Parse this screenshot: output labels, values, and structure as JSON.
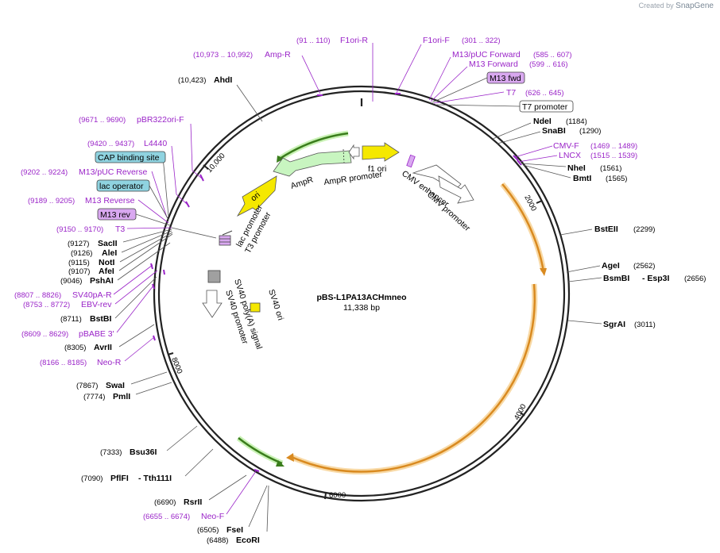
{
  "watermark": {
    "prefix": "Created by",
    "brand": "SnapGene"
  },
  "plasmid": {
    "name": "pBS-L1PA13ACHmneo",
    "length": "11,338 bp"
  },
  "ticks": [
    "2000",
    "4000",
    "6000",
    "8000",
    "10,000"
  ],
  "sites_black": [
    {
      "pos": "(10,423)",
      "name": "AhdI"
    },
    {
      "pos": "(1184)",
      "name": "NdeI"
    },
    {
      "pos": "(1290)",
      "name": "SnaBI"
    },
    {
      "pos": "(1561)",
      "name": "NheI"
    },
    {
      "pos": "(1565)",
      "name": "BmtI"
    },
    {
      "pos": "(2299)",
      "name": "BstEII"
    },
    {
      "pos": "(2562)",
      "name": "AgeI"
    },
    {
      "pos": "(2656)",
      "name": "BsmBI",
      "name2": "- Esp3I"
    },
    {
      "pos": "(3011)",
      "name": "SgrAI"
    },
    {
      "pos": "(9127)",
      "name": "SacII"
    },
    {
      "pos": "(9126)",
      "name": "AleI"
    },
    {
      "pos": "(9115)",
      "name": "NotI"
    },
    {
      "pos": "(9107)",
      "name": "AfeI"
    },
    {
      "pos": "(9046)",
      "name": "PshAI"
    },
    {
      "pos": "(8711)",
      "name": "BstBI"
    },
    {
      "pos": "(8305)",
      "name": "AvrII"
    },
    {
      "pos": "(7867)",
      "name": "SwaI"
    },
    {
      "pos": "(7774)",
      "name": "PmlI"
    },
    {
      "pos": "(7333)",
      "name": "Bsu36I"
    },
    {
      "pos": "(7090)",
      "name": "PflFI",
      "name2": "- Tth111I"
    },
    {
      "pos": "(6690)",
      "name": "RsrII"
    },
    {
      "pos": "(6505)",
      "name": "FseI"
    },
    {
      "pos": "(6488)",
      "name": "EcoRI"
    }
  ],
  "primers": [
    {
      "pos": "(10,973 .. 10,992)",
      "name": "Amp-R"
    },
    {
      "pos": "(91 .. 110)",
      "name": "F1ori-R"
    },
    {
      "pos": "(301 .. 322)",
      "name": "F1ori-F"
    },
    {
      "pos": "(585 .. 607)",
      "name": "M13/pUC Forward"
    },
    {
      "pos": "(599 .. 616)",
      "name": "M13 Forward"
    },
    {
      "pos": "(626 .. 645)",
      "name": "T7"
    },
    {
      "pos": "(1469 .. 1489)",
      "name": "CMV-F"
    },
    {
      "pos": "(1515 .. 1539)",
      "name": "LNCX"
    },
    {
      "pos": "(9671 .. 9690)",
      "name": "pBR322ori-F"
    },
    {
      "pos": "(9420 .. 9437)",
      "name": "L4440"
    },
    {
      "pos": "(9202 .. 9224)",
      "name": "M13/pUC Reverse"
    },
    {
      "pos": "(9189 .. 9205)",
      "name": "M13 Reverse"
    },
    {
      "pos": "(9150 .. 9170)",
      "name": "T3"
    },
    {
      "pos": "(8807 .. 8826)",
      "name": "SV40pA-R"
    },
    {
      "pos": "(8753 .. 8772)",
      "name": "EBV-rev"
    },
    {
      "pos": "(8609 .. 8629)",
      "name": "pBABE 3'"
    },
    {
      "pos": "(8166 .. 8185)",
      "name": "Neo-R"
    },
    {
      "pos": "(6655 .. 6674)",
      "name": "Neo-F"
    }
  ],
  "boxes": {
    "m13_fwd": "M13 fwd",
    "t7_promoter": "T7 promoter",
    "cap_site": "CAP binding site",
    "lac_operator": "lac operator",
    "m13_rev": "M13 rev"
  },
  "features": {
    "ori": "ori",
    "ampr": "AmpR",
    "ampr_promoter": "AmpR promoter",
    "f1_ori": "f1 ori",
    "cmv_enhancer": "CMV enhancer",
    "cmv_promoter": "CMV promoter",
    "lac_promoter": "lac promoter",
    "t3_promoter": "T3 promoter",
    "sv40_polya": "SV40 poly(A) signal",
    "sv40_promoter": "SV40 promoter",
    "sv40_ori": "SV40 ori"
  },
  "colors": {
    "primer": "#9a24c8",
    "orf_orange": "#f0a030",
    "ori_yellow": "#f5e800",
    "ampr_green": "#c8f5c0",
    "dark_green": "#3a7d1c",
    "box_purple": "#d9a8f0",
    "box_teal": "#8fd3e0"
  }
}
